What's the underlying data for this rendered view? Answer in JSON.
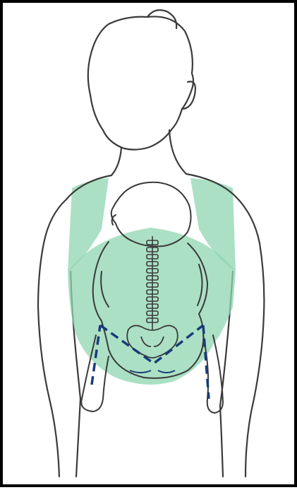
{
  "figure": {
    "title": "",
    "subject": "adult-outline",
    "child": "infant-outline-with-spine-and-pelvis",
    "carrier_color": "#8fd6b0",
    "outline_color": "#3a3a3a",
    "highlight_color": "#1a3a7a",
    "highlight_style": "dashed M-position"
  }
}
